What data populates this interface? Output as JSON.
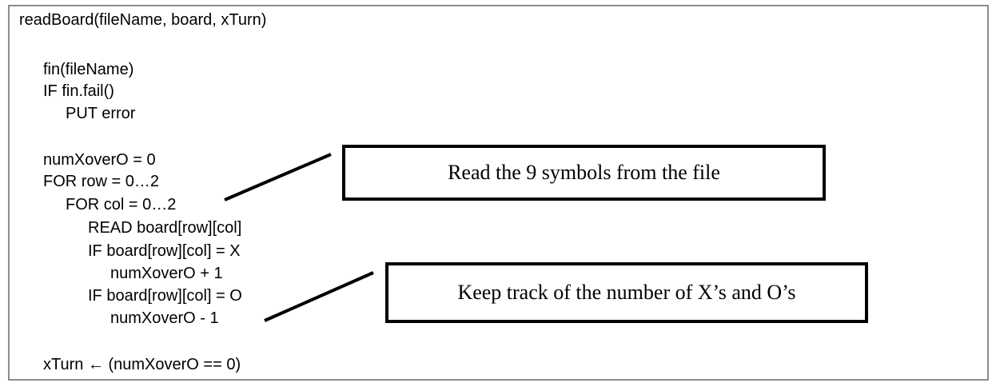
{
  "pseudocode": {
    "signature": "readBoard(fileName, board, xTurn)",
    "lines": [
      "fin(fileName)",
      "IF fin.fail()",
      "PUT error",
      "numXoverO = 0",
      "FOR row = 0…2",
      "FOR col = 0…2",
      "READ board[row][col]",
      "IF board[row][col] = X",
      "numXoverO + 1",
      "IF board[row][col] = O",
      "numXoverO - 1",
      "xTurn ← (numXoverO == 0)"
    ]
  },
  "callouts": {
    "read_symbols": "Read the 9 symbols from the file",
    "track_count": "Keep track of the number of X’s and O’s"
  }
}
